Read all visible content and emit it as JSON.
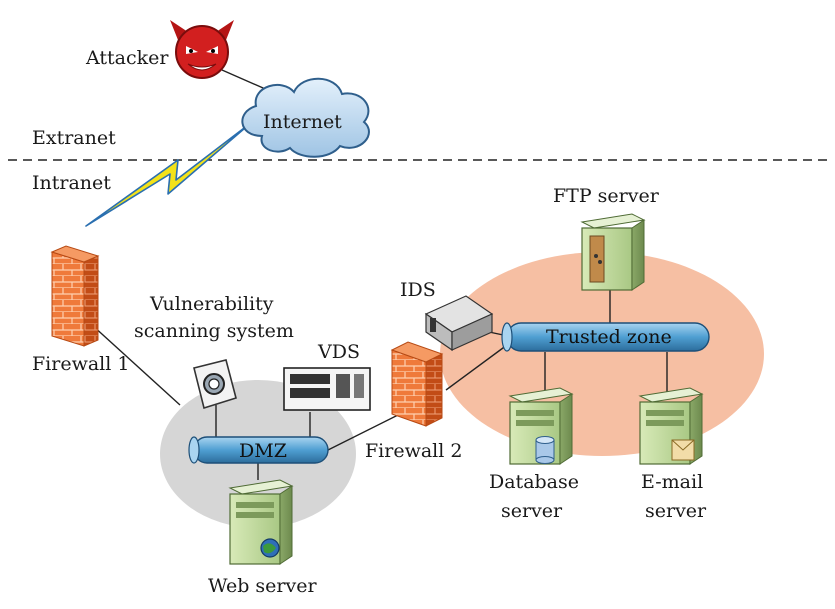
{
  "labels": {
    "attacker": "Attacker",
    "internet": "Internet",
    "extranet": "Extranet",
    "intranet": "Intranet",
    "firewall1": "Firewall 1",
    "vuln_line1": "Vulnerability",
    "vuln_line2": "scanning system",
    "vds": "VDS",
    "ids": "IDS",
    "firewall2": "Firewall 2",
    "dmz": "DMZ",
    "trusted_zone": "Trusted zone",
    "ftp_server": "FTP server",
    "db_line1": "Database",
    "db_line2": "server",
    "email_line1": "E-mail",
    "email_line2": "server",
    "web_server": "Web server"
  },
  "icons": {
    "attacker": "devil-face-icon",
    "internet": "cloud-icon",
    "firewall": "brick-wall-icon",
    "server": "tower-server-icon",
    "scanner": "scanner-device-icon",
    "vds": "rack-appliance-icon",
    "ids": "rack-appliance-icon"
  },
  "colors": {
    "trusted_zone_fill": "#f6bfa3",
    "dmz_zone_fill": "#d6d6d6",
    "bus_fill": "#5aa7d6",
    "firewall_brick": "#e8652a",
    "server_body": "#b9d39a",
    "attacker_red": "#d21f1f",
    "lightning": "#f3e21a",
    "cloud": "#bcd8ef"
  }
}
